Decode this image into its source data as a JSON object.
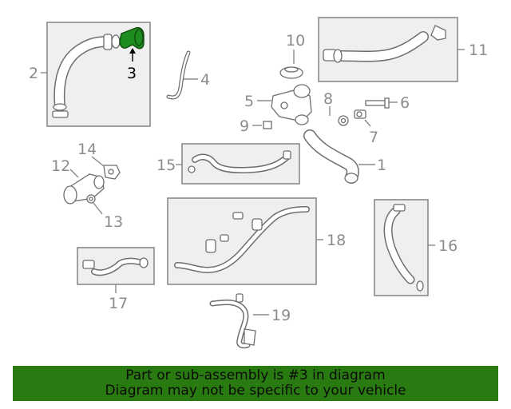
{
  "callouts": {
    "c1": "1",
    "c2": "2",
    "c3": "3",
    "c4": "4",
    "c5": "5",
    "c6": "6",
    "c7": "7",
    "c8": "8",
    "c9": "9",
    "c10": "10",
    "c11": "11",
    "c12": "12",
    "c13": "13",
    "c14": "14",
    "c15": "15",
    "c16": "16",
    "c17": "17",
    "c18": "18",
    "c19": "19"
  },
  "highlighted_part": "3",
  "colors": {
    "highlight": "#1e8c1e",
    "banner": "#2a7a12",
    "callout_text": "#8c8c8c"
  },
  "banner": {
    "line1": "Part or sub-assembly is #3 in diagram",
    "line2": "Diagram may not be specific to your vehicle"
  }
}
